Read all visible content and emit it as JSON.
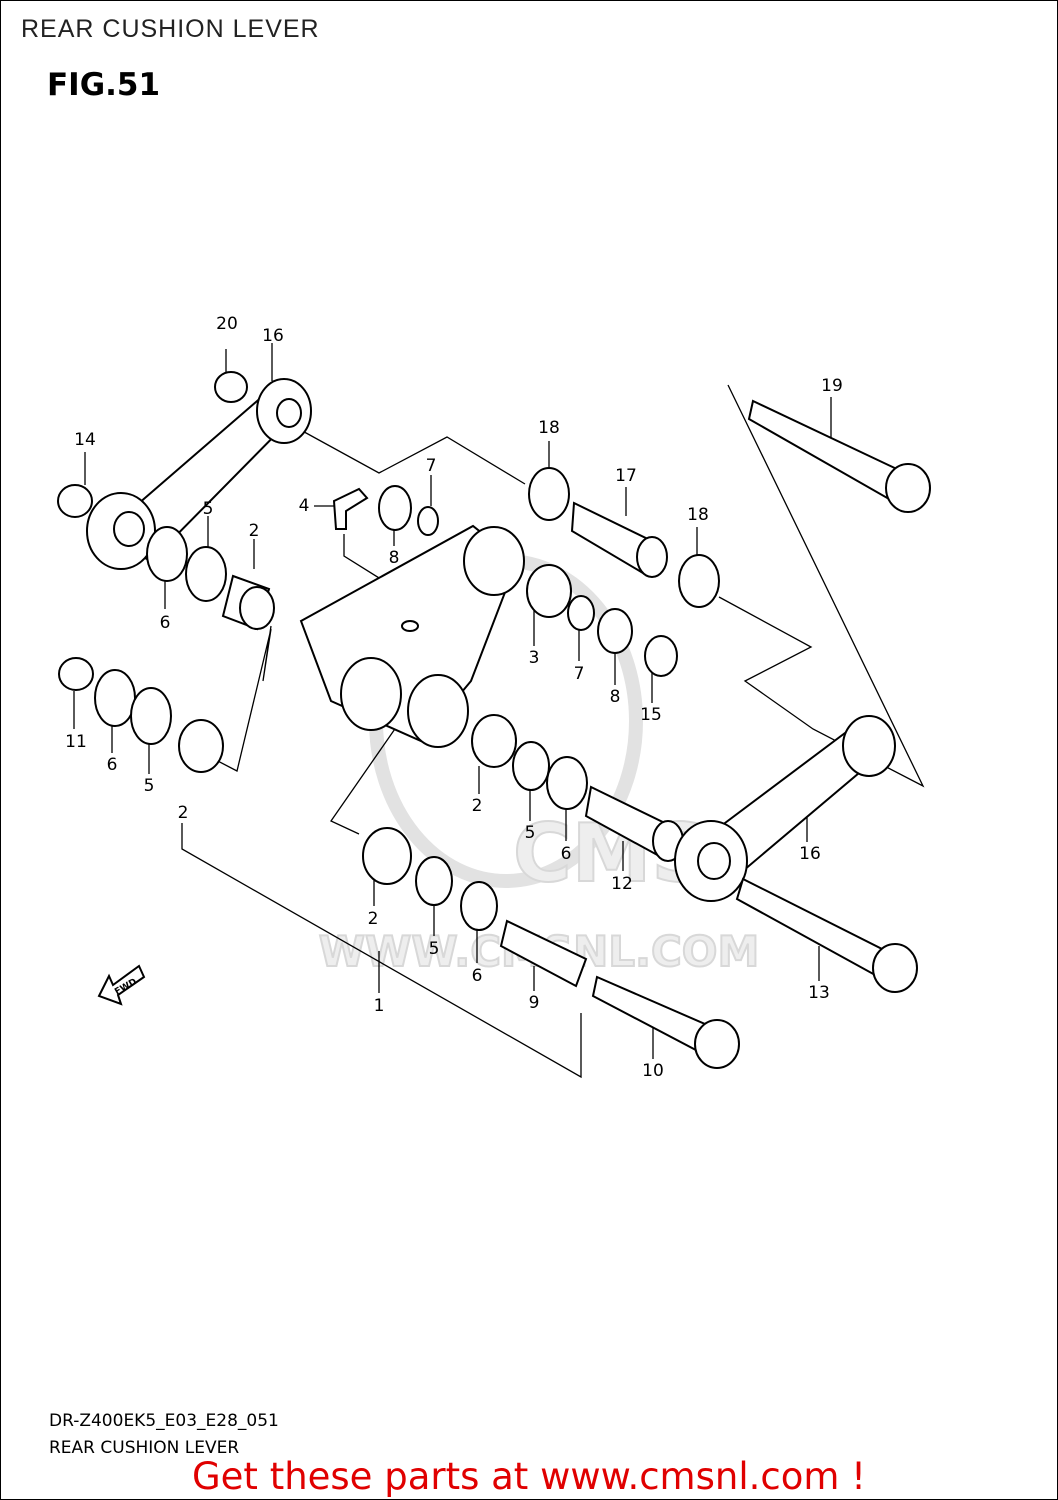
{
  "header": {
    "title": "REAR CUSHION LEVER"
  },
  "figure": {
    "label": "FIG.51"
  },
  "watermark": {
    "text": "WWW.CMSNL.COM",
    "logo_text": "CMS"
  },
  "direction_marker": {
    "text": "FWD"
  },
  "callouts": [
    "20",
    "16",
    "14",
    "7",
    "4",
    "18",
    "17",
    "19",
    "18",
    "8",
    "5",
    "2",
    "6",
    "3",
    "7",
    "8",
    "15",
    "11",
    "6",
    "5",
    "2",
    "2",
    "5",
    "6",
    "12",
    "16",
    "2",
    "5",
    "6",
    "9",
    "1",
    "13",
    "10"
  ],
  "footer": {
    "model_code": "DR-Z400EK5_E03_E28_051",
    "caption": "REAR CUSHION LEVER",
    "link_text": "Get these parts at www.cmsnl.com !"
  },
  "colors": {
    "link": "#e00000",
    "watermark": "#d8d8d8"
  }
}
